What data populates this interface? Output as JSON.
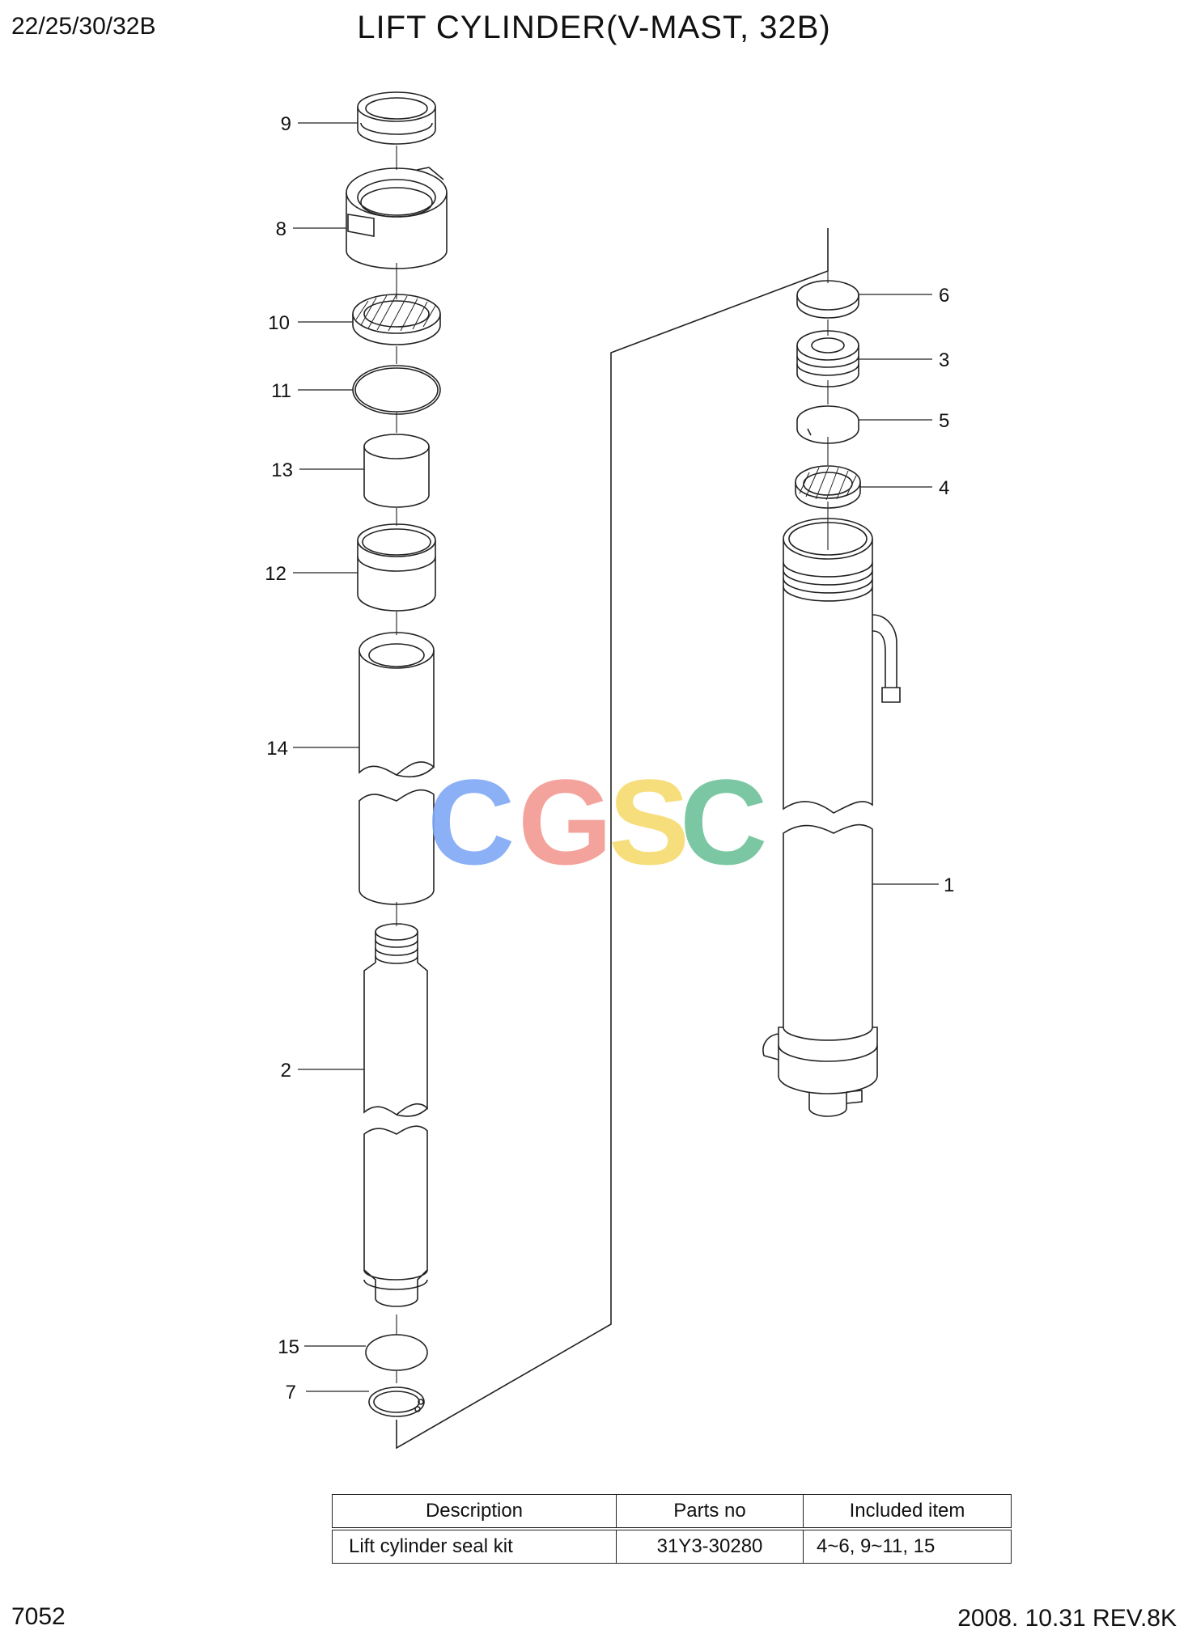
{
  "header": {
    "model": "22/25/30/32B",
    "title": "LIFT CYLINDER(V-MAST, 32B)"
  },
  "footer": {
    "page_number": "7052",
    "revision": "2008. 10.31  REV.8K"
  },
  "callouts": [
    "1",
    "2",
    "3",
    "4",
    "5",
    "6",
    "7",
    "8",
    "9",
    "10",
    "11",
    "12",
    "13",
    "14",
    "15"
  ],
  "watermark": {
    "letters": [
      "C",
      "G",
      "S",
      "C"
    ],
    "colors": [
      "#7fa8f5",
      "#f29a92",
      "#f7db6e",
      "#6dc19b"
    ]
  },
  "kit_table": {
    "headers": [
      "Description",
      "Parts no",
      "Included item"
    ],
    "rows": [
      [
        "Lift cylinder seal kit",
        "31Y3-30280",
        "4~6, 9~11, 15"
      ]
    ]
  }
}
